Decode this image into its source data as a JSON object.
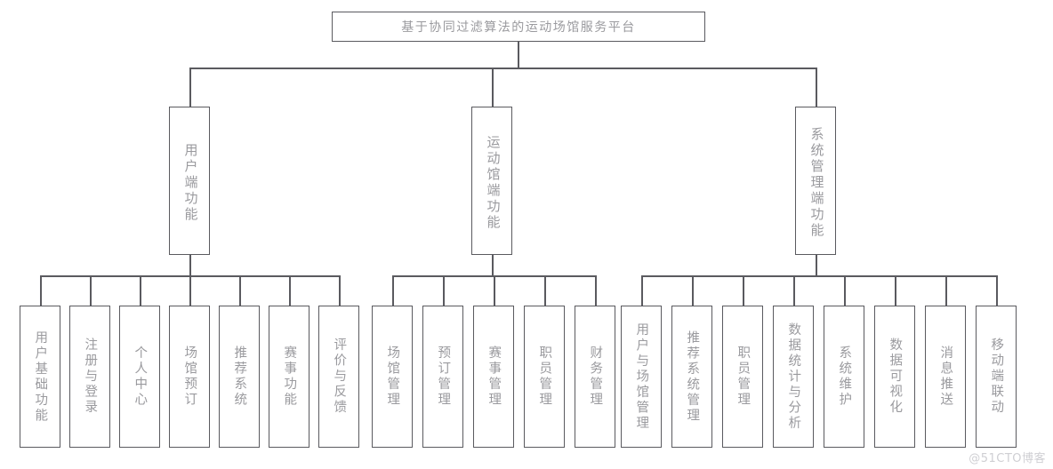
{
  "diagram": {
    "root": {
      "label": "基于协同过滤算法的运动场馆服务平台"
    },
    "branches": [
      {
        "label": "用户端功能"
      },
      {
        "label": "运动馆端功能"
      },
      {
        "label": "系统管理端功能"
      }
    ],
    "leaves_group1": [
      {
        "label": "用户基础功能"
      },
      {
        "label": "注册与登录"
      },
      {
        "label": "个人中心"
      },
      {
        "label": "场馆预订"
      },
      {
        "label": "推荐系统"
      },
      {
        "label": "赛事功能"
      },
      {
        "label": "评价与反馈"
      }
    ],
    "leaves_group2": [
      {
        "label": "场馆管理"
      },
      {
        "label": "预订管理"
      },
      {
        "label": "赛事管理"
      },
      {
        "label": "职员管理"
      },
      {
        "label": "财务管理"
      }
    ],
    "leaves_group3": [
      {
        "label": "用户与场馆管理"
      },
      {
        "label": "推荐系统管理"
      },
      {
        "label": "职员管理"
      },
      {
        "label": "数据统计与分析"
      },
      {
        "label": "系统维护"
      },
      {
        "label": "数据可视化"
      },
      {
        "label": "消息推送"
      },
      {
        "label": "移动端联动"
      }
    ]
  },
  "watermark": {
    "text": "@51CTO博客"
  },
  "colors": {
    "border": "#5a5a5f",
    "text": "#9a9a9e",
    "background": "#ffffff",
    "watermark": "#cfcfd3"
  }
}
